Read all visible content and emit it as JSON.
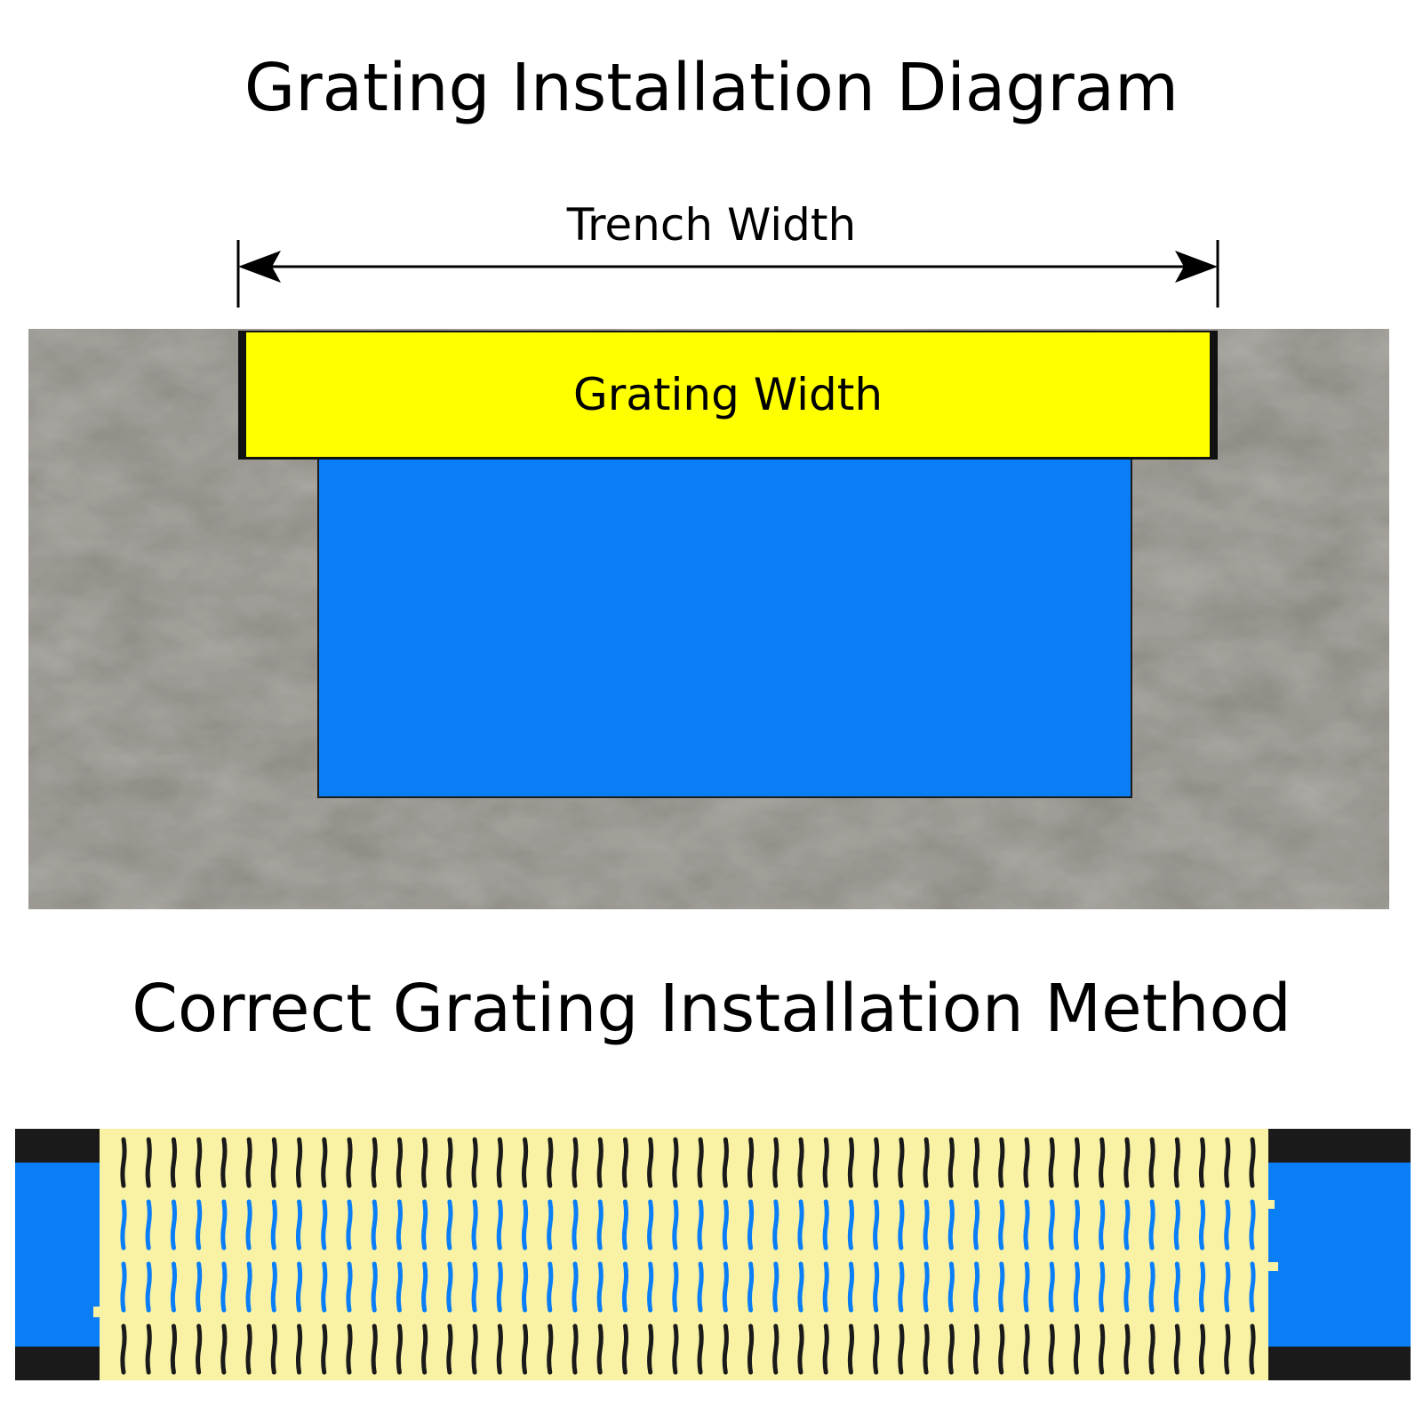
{
  "title": "Grating Installation Diagram",
  "trench_label": "Trench Width",
  "grating_label": "Grating Width",
  "subtitle": "Correct Grating Installation Method",
  "colors": {
    "ground": "#7e7c76",
    "grating": "#ffff00",
    "channel": "#0a7ef7",
    "grating_top_view": "#f9f1a4",
    "edge": "#1a1a1a"
  }
}
